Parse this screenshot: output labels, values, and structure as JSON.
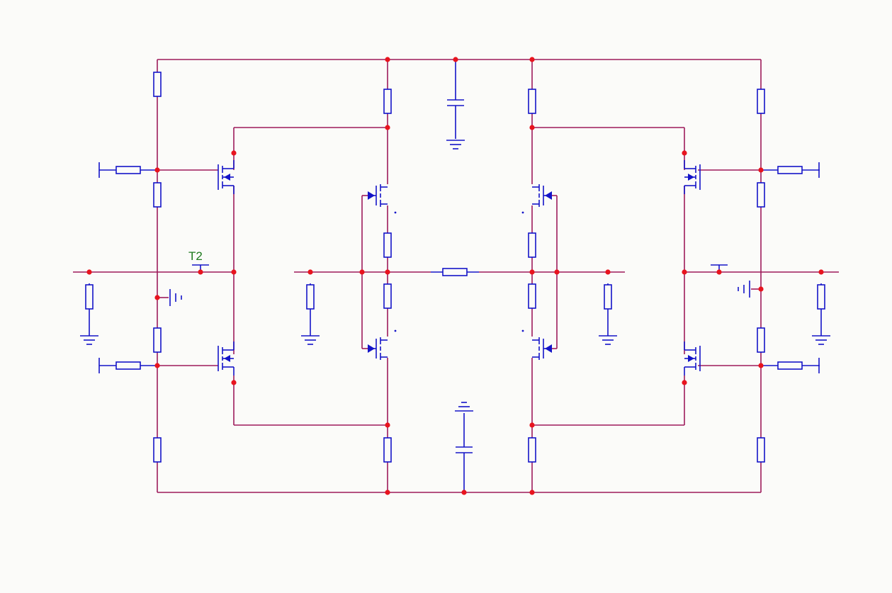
{
  "schematic": {
    "colors": {
      "wire": "#9e1b5b",
      "component": "#1414c8",
      "junction": "#e8141e",
      "label": "#1e7a1e",
      "background": "#fbfbf9"
    },
    "test_point_label": "T2",
    "component_types": [
      "resistor",
      "capacitor",
      "ground",
      "battery",
      "mosfet-n",
      "mosfet-p",
      "bjt-pnp",
      "terminal",
      "junction"
    ]
  }
}
